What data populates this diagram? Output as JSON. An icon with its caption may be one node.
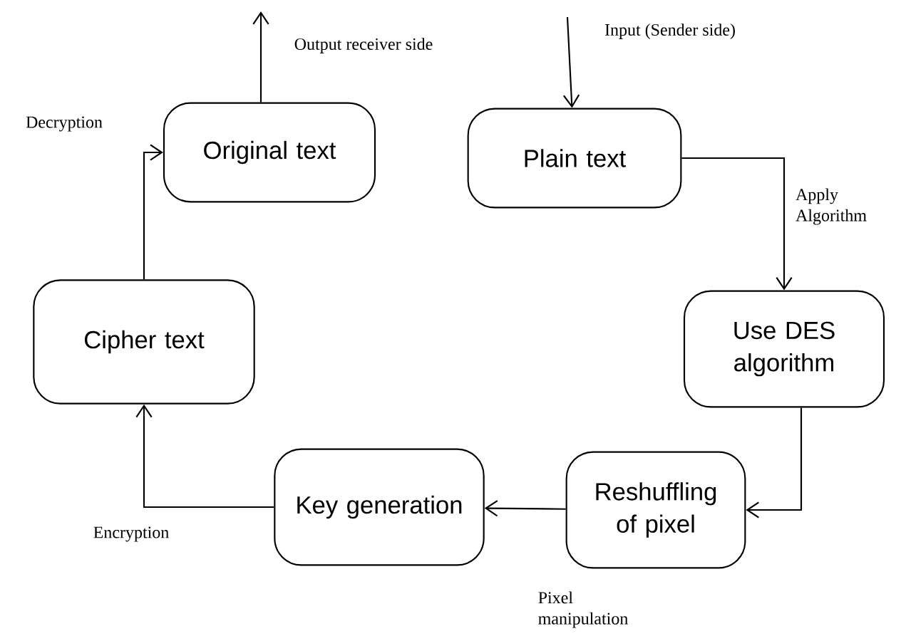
{
  "diagram": {
    "nodes": [
      {
        "text": [
          "Original text"
        ]
      },
      {
        "text": [
          "Plain text"
        ]
      },
      {
        "text": [
          "Use DES algorithm"
        ]
      },
      {
        "text": [
          "Reshuffling of pixel"
        ]
      },
      {
        "text": [
          "Key generation"
        ]
      },
      {
        "text": [
          "Cipher text"
        ]
      }
    ],
    "edges": [
      {
        "from": null,
        "to": 1,
        "arrow": "to",
        "label": "Input (Sender side)"
      },
      {
        "from": 0,
        "to": null,
        "arrow": "to",
        "label": "Output receiver side"
      },
      {
        "from": 1,
        "to": 2,
        "arrow": "to",
        "label": "Apply Algorithm"
      },
      {
        "from": 2,
        "to": 3,
        "arrow": "to"
      },
      {
        "from": 3,
        "to": 4,
        "arrow": "to",
        "label": "Pixel manipulation"
      },
      {
        "from": 4,
        "to": 5,
        "arrow": "to",
        "label": "Encryption"
      },
      {
        "from": 5,
        "to": 0,
        "arrow": "to",
        "label": "Decryption"
      }
    ]
  }
}
